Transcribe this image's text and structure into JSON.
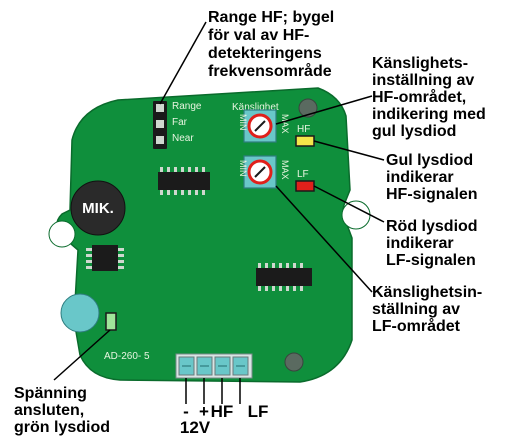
{
  "board": {
    "model": "AD-260- 5",
    "mic_label": "MIK.",
    "range_header_label": "Range",
    "range_far_label": "Far",
    "range_near_label": "Near",
    "sensitivity_label": "Känslighet",
    "pot_min_label": "MIN",
    "pot_max_label": "MAX",
    "hf_label": "HF",
    "lf_label": "LF"
  },
  "callouts": {
    "range": [
      "Range HF; bygel",
      "för val av HF-",
      "detekteringens",
      "frekvensområde"
    ],
    "hf_sensitivity": [
      "Känslighets-",
      "inställning av",
      "HF-området,",
      "indikering med",
      "gul lysdiod"
    ],
    "yellow_led": [
      "Gul lysdiod",
      "indikerar",
      "HF-signalen"
    ],
    "red_led": [
      "Röd lysdiod",
      "indikerar",
      "LF-signalen"
    ],
    "lf_sensitivity": [
      "Känslighetsin-",
      "ställning av",
      "LF-området"
    ],
    "power_led": [
      "Spänning",
      "ansluten,",
      "grön lysdiod"
    ]
  },
  "terminals": {
    "minus": "-",
    "plus": "+",
    "hf": "HF",
    "lf": "LF",
    "voltage": "12V"
  },
  "colors": {
    "pcb": "#0f8f3c",
    "led_yellow": "#f4e64a",
    "led_red": "#e0201b",
    "led_green": "#9fe59a",
    "pot_teal": "#69c7c9",
    "mic_body": "#2a2a2a"
  }
}
